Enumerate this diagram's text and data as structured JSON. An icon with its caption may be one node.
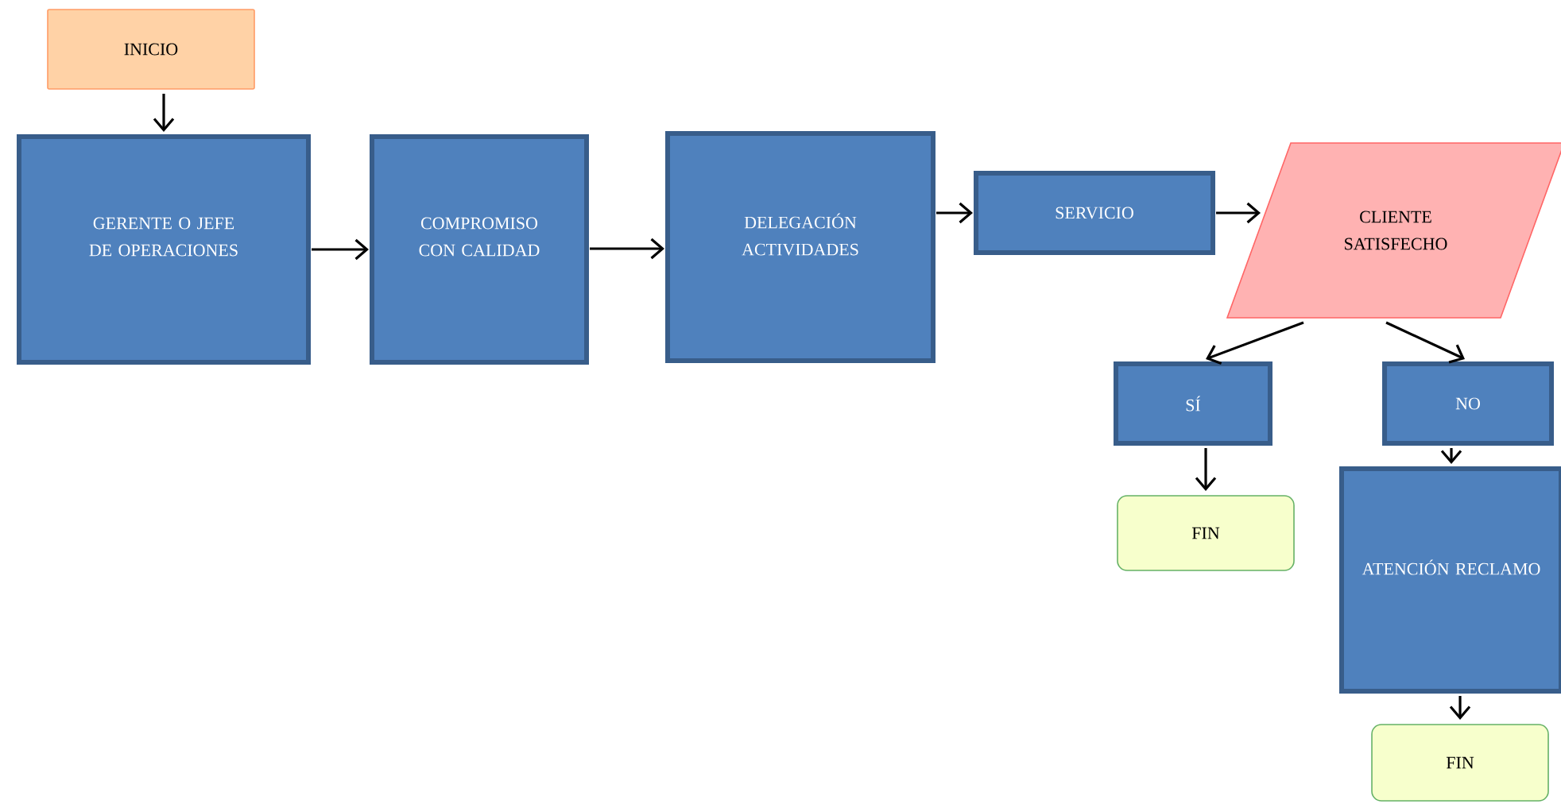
{
  "diagram": {
    "nodes": [
      {
        "text": [
          "INICIO"
        ]
      },
      {
        "text": [
          "GERENTE O JEFE DE OPERACIONES"
        ]
      },
      {
        "text": [
          "COMPROMISO CON CALIDAD"
        ]
      },
      {
        "text": [
          "DELEGACIÓN ACTIVIDADES"
        ]
      },
      {
        "text": [
          "SERVICIO"
        ]
      },
      {
        "text": [
          "CLIENTE SATISFECHO"
        ]
      },
      {
        "text": [
          "SÍ"
        ]
      },
      {
        "text": [
          "NO"
        ]
      },
      {
        "text": [
          "FIN"
        ]
      },
      {
        "text": [
          "ATENCIÓN RECLAMO"
        ]
      },
      {
        "text": [
          "FIN"
        ]
      }
    ],
    "edges": [
      {
        "from": 0,
        "to": 1,
        "arrow": "to"
      },
      {
        "from": 1,
        "to": 2,
        "arrow": "to"
      },
      {
        "from": 2,
        "to": 3,
        "arrow": "to"
      },
      {
        "from": 3,
        "to": 4,
        "arrow": "to"
      },
      {
        "from": 4,
        "to": 5,
        "arrow": "to"
      },
      {
        "from": 5,
        "to": 6,
        "arrow": "to"
      },
      {
        "from": 5,
        "to": 7,
        "arrow": "to"
      },
      {
        "from": 6,
        "to": 8,
        "arrow": "to"
      },
      {
        "from": 7,
        "to": 9,
        "arrow": "to"
      },
      {
        "from": 9,
        "to": 10,
        "arrow": "to"
      }
    ]
  }
}
